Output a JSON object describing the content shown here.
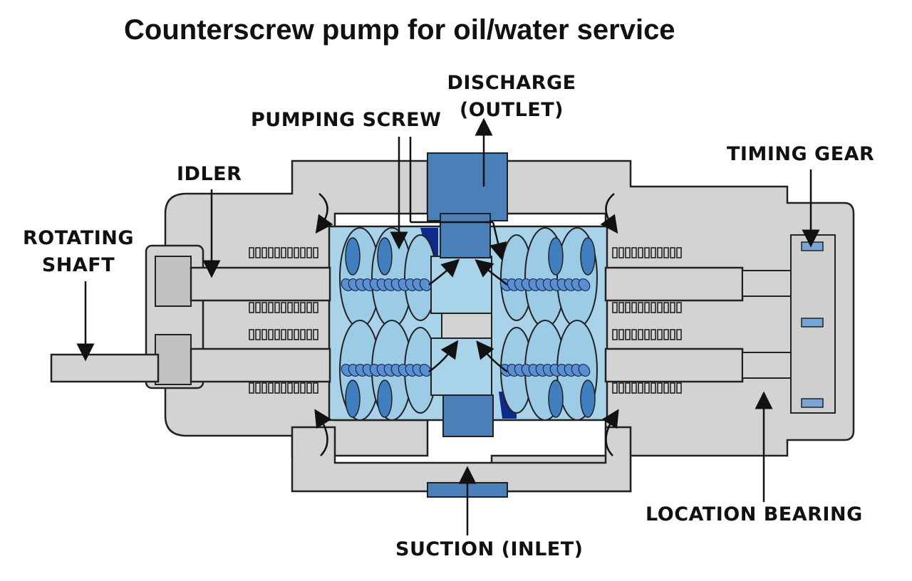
{
  "title": "Counterscrew pump for oil/water service",
  "labels": {
    "discharge_1": "DISCHARGE",
    "discharge_2": "(OUTLET)",
    "pumping_screw": "PUMPING SCREW",
    "idler": "IDLER",
    "timing_gear": "TIMING GEAR",
    "rotating_shaft_1": "ROTATING",
    "rotating_shaft_2": "SHAFT",
    "location_bearing": "LOCATION BEARING",
    "suction": "SUCTION (INLET)"
  },
  "colors": {
    "casing": "#d3d3d3",
    "casing_dark": "#c2c2c2",
    "fluid_light": "#a9d3e8",
    "fluid_mid": "#3f7fbf",
    "fluid_dark": "#0e2a8a",
    "port": "#4a7fb8",
    "outline": "#222222",
    "screw": "#5a8fd0"
  }
}
